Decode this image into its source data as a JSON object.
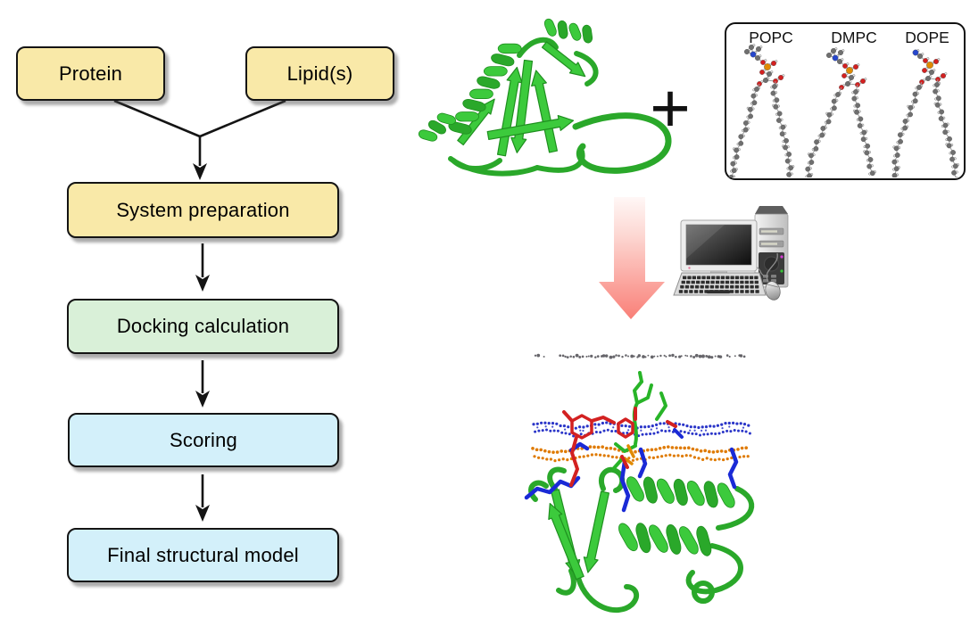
{
  "figure": {
    "type": "scientific-workflow-diagram",
    "flowchart": {
      "nodes": [
        {
          "id": "protein",
          "label": "Protein",
          "fill": "#F9E9A8"
        },
        {
          "id": "lipids",
          "label": "Lipid(s)",
          "fill": "#F9E9A8"
        },
        {
          "id": "system-preparation",
          "label": "System preparation",
          "fill": "#F9E9A8"
        },
        {
          "id": "docking-calculation",
          "label": "Docking calculation",
          "fill": "#D9F0D8"
        },
        {
          "id": "scoring",
          "label": "Scoring",
          "fill": "#D3F0FA"
        },
        {
          "id": "final-structural-model",
          "label": "Final structural model",
          "fill": "#D3F0FA"
        }
      ],
      "connections": [
        {
          "from": "Protein",
          "to": "System preparation"
        },
        {
          "from": "Lipid(s)",
          "to": "System preparation"
        },
        {
          "from": "System preparation",
          "to": "Docking calculation"
        },
        {
          "from": "Docking calculation",
          "to": "Scoring"
        },
        {
          "from": "Scoring",
          "to": "Final structural model"
        }
      ]
    },
    "right_side": {
      "plus_sign": "+",
      "lipid_panel": {
        "labels": [
          "POPC",
          "DMPC",
          "DOPE"
        ]
      },
      "illustrations": [
        {
          "name": "protein-ribbon-structure"
        },
        {
          "name": "lipid-ball-and-stick-models"
        },
        {
          "name": "downward-gradient-arrow"
        },
        {
          "name": "desktop-computer"
        },
        {
          "name": "docked-protein-membrane-complex"
        }
      ]
    },
    "colors": {
      "ribbon_green": "#3CCA3C",
      "ribbon_green_dark": "#2AA82A",
      "ribbon_outline": "#1F8F1F",
      "membrane_grey_dots": "#56555B",
      "membrane_blue_dots": "#2A35C8",
      "membrane_orange_dots": "#DF7A00",
      "stick_red": "#D32121",
      "stick_blue": "#1A2AD6",
      "stick_green": "#28B428",
      "atom_carbon": "#6F6F6F",
      "atom_hydrogen": "#ECECEC",
      "atom_oxygen": "#D42020",
      "atom_nitrogen": "#2747CC",
      "atom_phosphorus": "#E08A00",
      "workflow_arrow_top": "#FFF7F6",
      "workflow_arrow_bottom": "#F97F77",
      "connector_black": "#141414"
    }
  }
}
